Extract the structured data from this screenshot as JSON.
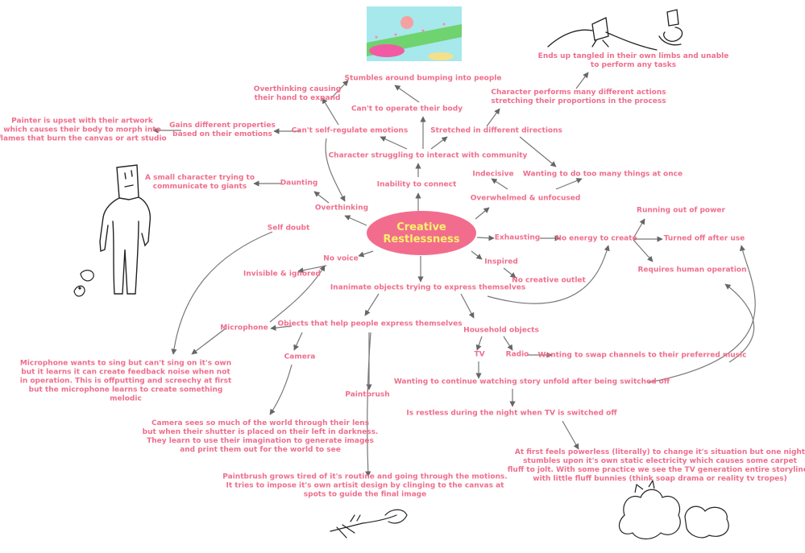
{
  "center": {
    "text": "Creative\nRestlessness"
  },
  "nodes": {
    "stumbles": "Stumbles around bumping into people",
    "overthink_hand": "Overthinking causing\ntheir hand to expand",
    "painter": "Painter is upset with their artwork\nwhich causes their body to morph into\nflames that burn the canvas or art studio",
    "gains_props": "Gains different properties\nbased on their emotions",
    "cant_regulate": "Can't self-regulate emotions",
    "cant_operate": "Can't to operate their body",
    "stretched": "Stretched in different directions",
    "tangled": "Ends up tangled in their own limbs and unable\nto perform any tasks",
    "performs": "Character performs many different actions\nstretching their proportions in the process",
    "struggling": "Character struggling to interact with community",
    "indecisive": "Indecisive",
    "too_many": "Wanting to do too many things at once",
    "small_char": "A small character trying to\ncommunicate to giants",
    "daunting": "Daunting",
    "inability": "Inability to connect",
    "overwhelmed": "Overwhelmed & unfocused",
    "overthinking": "Overthinking",
    "self_doubt": "Self doubt",
    "running_out": "Running out of power",
    "exhausting": "Exhausting",
    "no_energy": "No energy to create",
    "turned_off": "Turned off after use",
    "no_voice": "No voice",
    "invisible": "Invisible & ignored",
    "inspired": "Inspired",
    "requires_human": "Requires human operation",
    "no_outlet": "No creative outlet",
    "inanimate": "Inanimate objects trying to express themselves",
    "microphone": "Microphone",
    "objects_help": "Objects that help people express themselves",
    "household": "Household objects",
    "camera": "Camera",
    "tv": "TV",
    "radio": "Radio",
    "swap_channels": "Wanting to swap channels to their preferred music",
    "mic_story": "Microphone wants to sing but can't sing on it's own\nbut it learns it can create feedback noise when not\nin operation. This is offputting and screechy at first\nbut the microphone learns to create something\nmelodic",
    "continue_watch": "Wanting to continue watching story unfold after being switched off",
    "paintbrush": "Paintbrush",
    "restless_night": "Is restless during the night when TV is switched off",
    "camera_story": "Camera sees so much of the world through their lens\nbut when their shutter is placed on their left in darkness.\nThey learn to use their imagination to generate images\nand print them out for the world to see",
    "tv_story": "At first feels powerless (literally) to change it's situation but one night\nstumbles upon it's own static electricity which causes some carpet\nfluff to jolt. With some practice we see the TV generation entire storylines\nwith little fluff bunnies (think soap drama or reality tv tropes)",
    "paintbrush_story": "Paintbrush grows tired of it's routine and going through the motions.\nIt tries to impose it's own artisit design by clinging to the canvas at\nspots to guide the final image"
  },
  "colors": {
    "text": "#ee6e8c",
    "center_fill": "#f26d8d",
    "center_text": "#f9f26b",
    "arrow": "#666666"
  }
}
